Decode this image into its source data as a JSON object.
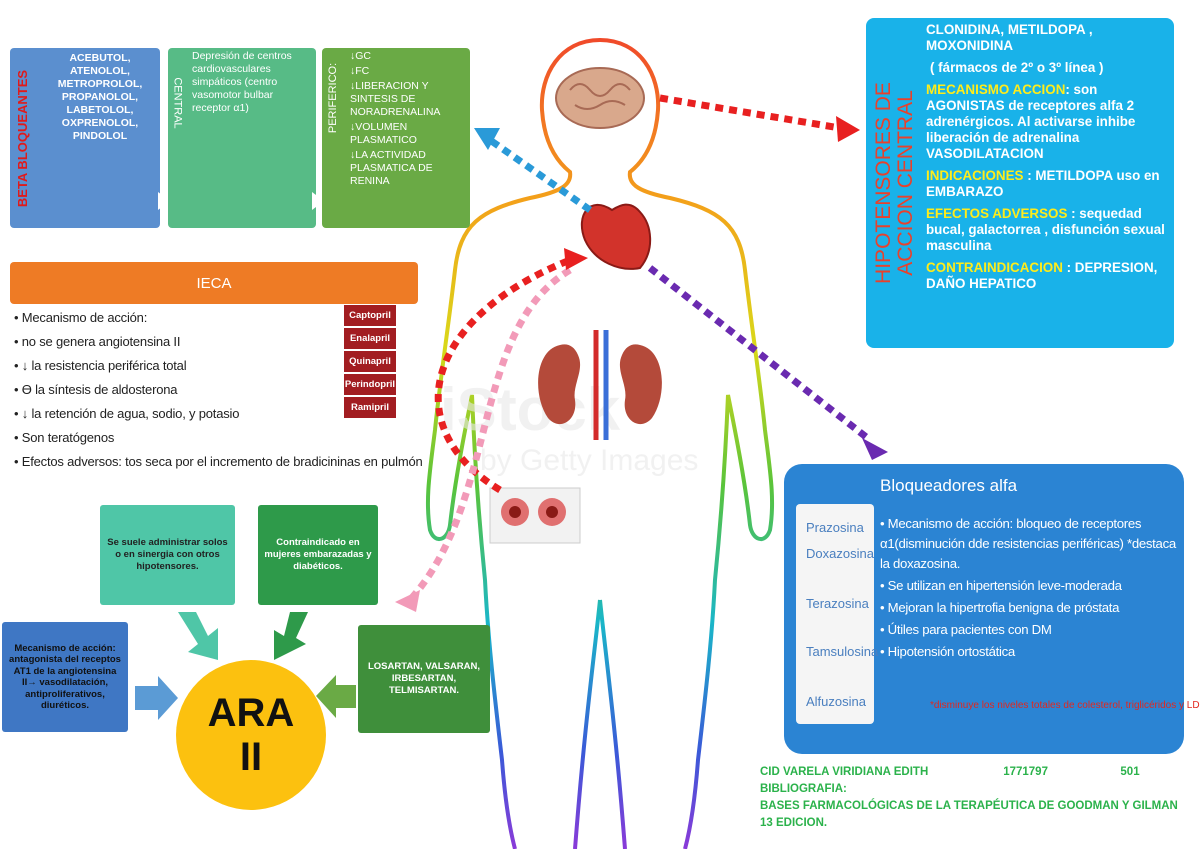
{
  "beta_bloqueantes": {
    "label": "BETA BLOQUEANTES",
    "drugs": [
      "ACEBUTOL,",
      "ATENOLOL,",
      "METROPROLOL,",
      "PROPANOLOL,",
      "LABETOLOL,",
      "OXPRENOLOL,",
      "PINDOLOL"
    ]
  },
  "central": {
    "label": "CENTRAL",
    "text": "Depresión de centros cardiovasculares simpáticos (centro vasomotor bulbar receptor α1)"
  },
  "periferico": {
    "label": "PERIFERICO:",
    "items": [
      "↓GC",
      "↓FC",
      "↓LIBERACION Y SINTESIS DE NORADRENALINA",
      "↓VOLUMEN PLASMATICO",
      "↓LA ACTIVIDAD PLASMATICA DE RENINA"
    ]
  },
  "ieca": {
    "title": "IECA",
    "bullets": [
      "• Mecanismo de acción:",
      "• no se genera angiotensina II",
      "• ↓ la resistencia periférica total",
      "• Ɵ la síntesis de aldosterona",
      "• ↓ la retención de agua, sodio, y potasio",
      "• Son teratógenos",
      "• Efectos adversos: tos seca por el incremento de bradicininas en pulmón"
    ],
    "drugs": [
      "Captopril",
      "Enalapril",
      "Quinapril",
      "Perindopril",
      "Ramipril"
    ]
  },
  "hipotensores": {
    "label_line1": "HIPOTENSORES DE",
    "label_line2": "ACCION CENTRAL",
    "drugs": "CLONIDINA, METILDOPA , MOXONIDINA",
    "line": "( fármacos de 2º o 3º línea )",
    "mecanismo_label": "MECANISMO ACCION",
    "mecanismo_text": ": son AGONISTAS de receptores alfa 2 adrenérgicos. Al activarse inhibe liberación de adrenalina VASODILATACION",
    "indicaciones_label": "INDICACIONES",
    "indicaciones_text": " : METILDOPA uso en EMBARAZO",
    "efectos_label": "EFECTOS ADVERSOS",
    "efectos_text": " : sequedad bucal, galactorrea , disfunción sexual masculina",
    "contra_label": "CONTRAINDICACION",
    "contra_text": " : DEPRESION, DAÑO HEPATICO"
  },
  "bloqueadores_alfa": {
    "title": "Bloqueadores alfa",
    "drugs": [
      "Prazosina",
      "Doxazosina",
      "Terazosina",
      "Tamsulosina",
      "Alfuzosina"
    ],
    "bullets": [
      "• Mecanismo de acción: bloqueo de receptores α1(disminución dde resistencias periféricas) *destaca la doxazosina.",
      "• Se utilizan en hipertensión leve-moderada",
      "• Mejoran la hipertrofia benigna de próstata",
      "• Útiles para pacientes con DM",
      "• Hipotensión ortostática"
    ],
    "note": "*disminuye los niveles totales de colesterol, triglicéridos y LDL."
  },
  "ara": {
    "line1": "ARA",
    "line2": "II",
    "solos": "Se suele administrar solos o en sinergia con otros hipotensores.",
    "contraindicado": "Contraindicado en mujeres embarazadas y diabéticos.",
    "mecanismo": "Mecanismo de acción: antagonista del receptos AT1 de la angiotensina II→ vasodilatación, antiproliferativos, diuréticos.",
    "drugs": "LOSARTAN, VALSARAN, IRBESARTAN, TELMISARTAN."
  },
  "footer": {
    "name": "CID VARELA VIRIDIANA EDITH",
    "id": "1771797",
    "group": "501",
    "biblio_label": "BIBLIOGRAFIA:",
    "biblio": "BASES FARMACOLÓGICAS DE LA TERAPÉUTICA DE GOODMAN Y GILMAN 13 EDICION."
  },
  "watermark": "iStock by Getty Images",
  "colors": {
    "beta": "#5b8fcf",
    "central": "#57bb86",
    "periferico": "#6aaa45",
    "ieca_header": "#ee7b25",
    "ieca_drugs": "#a21d21",
    "hipotensores": "#19b2e9",
    "alfa": "#2b84d3",
    "ara": "#fcc10f",
    "footer": "#2bb24b"
  }
}
